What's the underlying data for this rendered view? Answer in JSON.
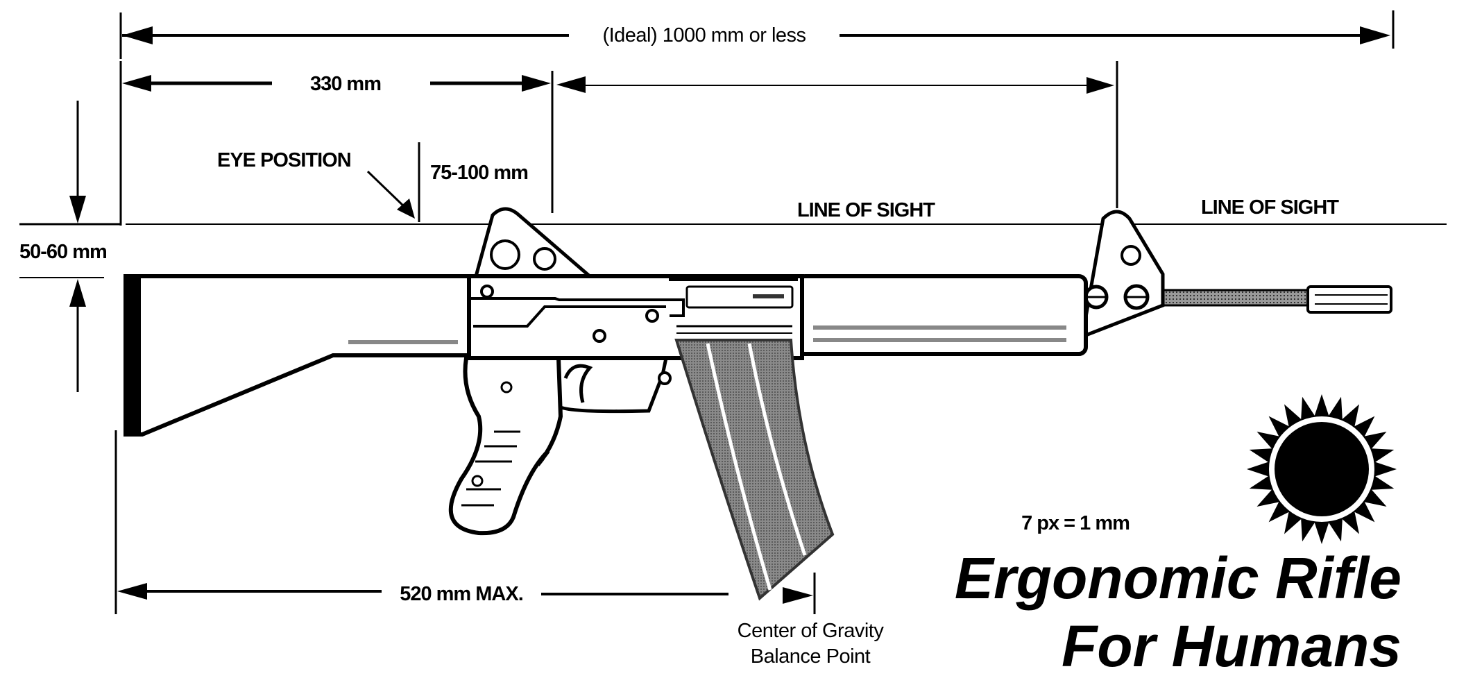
{
  "dimensions": {
    "overall_length": "(Ideal) 1000 mm or less",
    "eye_relief": "330 mm",
    "eye_position": "EYE POSITION",
    "sight_offset": "75-100 mm",
    "line_of_sight_1": "LINE OF SIGHT",
    "line_of_sight_2": "LINE OF SIGHT",
    "comb_drop": "50-60 mm",
    "balance_length": "520 mm MAX."
  },
  "balance_point": {
    "line1": "Center of Gravity",
    "line2": "Balance Point"
  },
  "scale": "7 px = 1 mm",
  "title": {
    "line1": "Ergonomic Rifle",
    "line2": "For Humans"
  },
  "logo": "sun-logo"
}
